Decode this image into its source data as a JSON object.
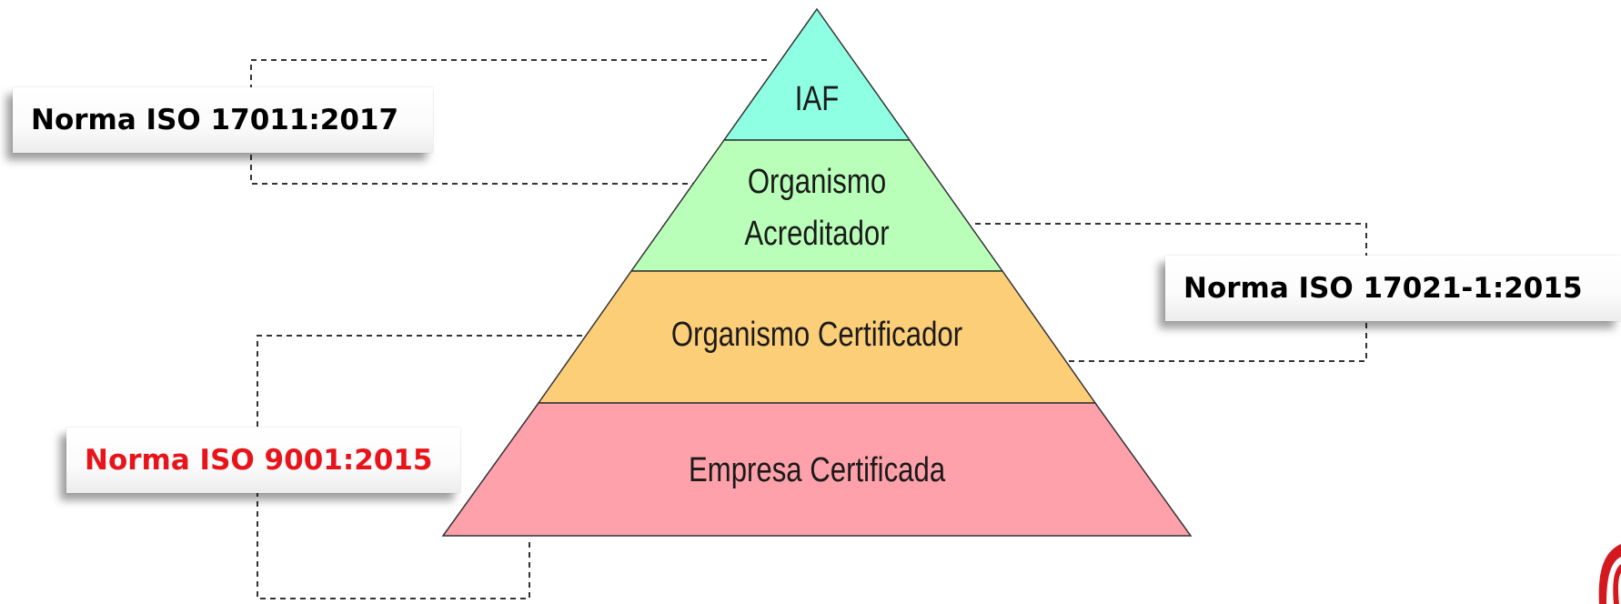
{
  "pyramid": {
    "tiers": [
      {
        "lines": [
          "IAF"
        ],
        "color": "#8effe3"
      },
      {
        "lines": [
          "Organismo",
          "Acreditador"
        ],
        "color": "#b9ffb9"
      },
      {
        "lines": [
          "Organismo Certificador"
        ],
        "color": "#fdce78"
      },
      {
        "lines": [
          "Empresa Certificada"
        ],
        "color": "#fea1aa"
      }
    ]
  },
  "labels": {
    "iso_17011": {
      "text": "Norma ISO 17011:2017",
      "color": "#000000"
    },
    "iso_9001": {
      "text": "Norma ISO 9001:2015",
      "color": "#e8141b"
    },
    "iso_17021": {
      "text": "Norma ISO 17021-1:2015",
      "color": "#000000"
    }
  },
  "logo": {
    "color": "#d3181f",
    "icon": "corner-logo-mark"
  }
}
